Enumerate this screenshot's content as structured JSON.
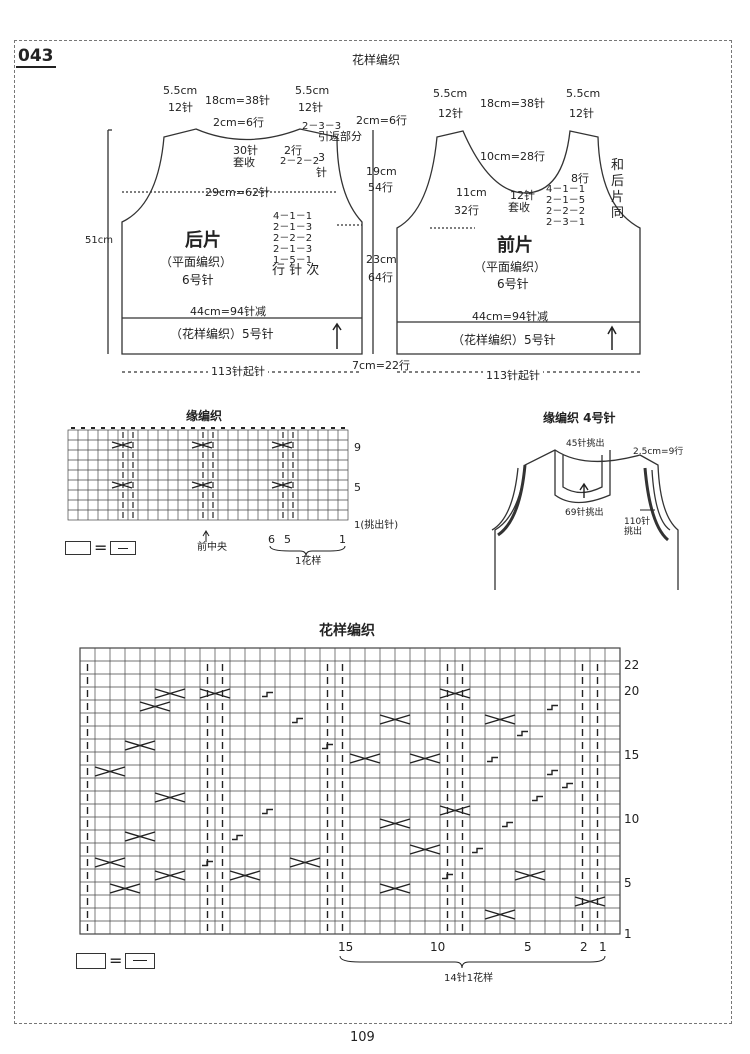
{
  "header": {
    "pattern_number": "043",
    "page_title": "花样编织",
    "page_number": "109"
  },
  "back_piece": {
    "name": "后片",
    "technique": "（平面编织）",
    "needle": "6号针",
    "top_left_shoulder": "5.5cm",
    "top_left_shoulder_st": "12针",
    "neck_width": "18cm=38针",
    "top_right_shoulder": "5.5cm",
    "top_right_shoulder_st": "12针",
    "neck_depth": "2cm=6行",
    "neck_bindoff_a": "30针",
    "neck_bindoff_b": "套收",
    "neck_dec_a": "2行",
    "neck_dec_b": "2－3－3",
    "neck_dec_c": "2－2－2",
    "neck_dec_d": "3",
    "neck_dec_e": "针",
    "shortrow": "引返部分",
    "shoulder_rows": "2cm=6行",
    "armhole_height": "19cm",
    "armhole_rows": "54行",
    "chest": "29cm=62针",
    "arm_dec": [
      "4－1－1",
      "2－1－3",
      "2－2－2",
      "2－1－3",
      "1－5－1"
    ],
    "arm_dec_legend": "行 针 次",
    "side_length": "23cm",
    "side_rows": "64行",
    "total_height": "51cm",
    "hem_width": "44cm=94针减",
    "hem_pattern": "（花样编织）5号针",
    "cast_on": "113针起针",
    "hem_depth": "7cm=22行"
  },
  "front_piece": {
    "name": "前片",
    "technique": "（平面编织）",
    "needle": "6号针",
    "top_left_shoulder": "5.5cm",
    "top_left_shoulder_st": "12针",
    "neck_width": "18cm=38针",
    "top_right_shoulder": "5.5cm",
    "top_right_shoulder_st": "12针",
    "neck_inner": "10cm=28行",
    "neck_side_rows": "8行",
    "neck_dec": [
      "4－1－1",
      "2－1－5",
      "2－2－2",
      "2－3－1"
    ],
    "same_as_back": [
      "和",
      "后",
      "片",
      "同"
    ],
    "neck_depth_a": "11cm",
    "neck_depth_b": "32行",
    "center_bind_a": "12针",
    "center_bind_b": "套收",
    "hem_width": "44cm=94针减",
    "hem_pattern": "（花样编织）5号针",
    "cast_on": "113针起针"
  },
  "edge_chart": {
    "title": "缘编织",
    "row_labels": [
      "9",
      "5",
      "1(挑出针)"
    ],
    "center_label": "前中央",
    "col_labels": [
      "6",
      "5",
      "1"
    ],
    "repeat_label": "1花样"
  },
  "edge_diagram": {
    "title": "缘编织  4号针",
    "neck_pickup": "45针挑出",
    "side_note": "2.5cm=9行",
    "front_pickup": "69针挑出",
    "arm_pickup_a": "110针",
    "arm_pickup_b": "挑出"
  },
  "main_chart": {
    "title": "花样编织",
    "row_labels": [
      "22",
      "20",
      "15",
      "10",
      "5",
      "1"
    ],
    "col_labels": [
      "15",
      "10",
      "5",
      "2",
      "1"
    ],
    "repeat_label": "14针1花样"
  },
  "legend": {
    "equals": "="
  }
}
